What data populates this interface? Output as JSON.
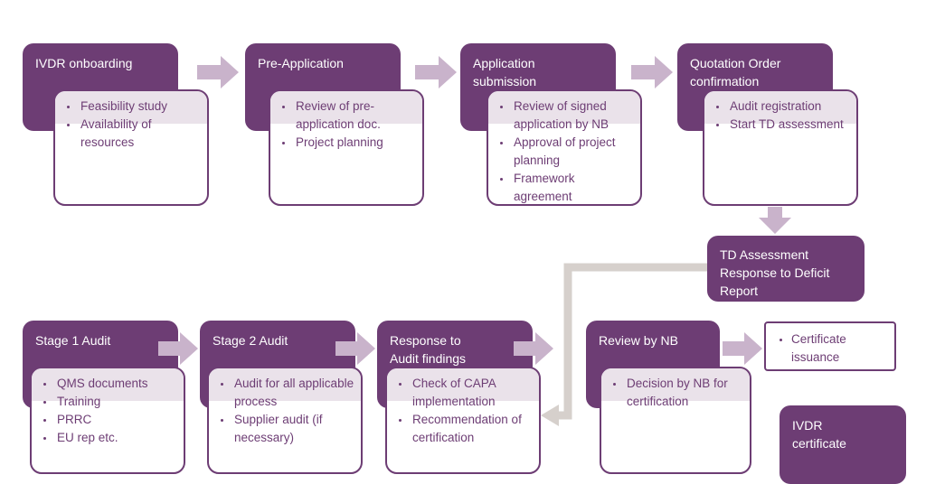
{
  "steps": [
    {
      "title": "IVDR onboarding",
      "items": [
        "Feasibility study",
        "Availability of resources"
      ]
    },
    {
      "title": "Pre-Application",
      "items": [
        "Review of pre-application doc.",
        "Project planning"
      ]
    },
    {
      "title": "Application\nsubmission",
      "items": [
        "Review of signed application by NB",
        "Approval of project planning",
        "Framework agreement"
      ]
    },
    {
      "title": "Quotation Order\nconfirmation",
      "items": [
        "Audit registration",
        "Start TD assessment"
      ]
    },
    {
      "title": "TD Assessment\nResponse to Deficit\nReport",
      "items": []
    },
    {
      "title": "Stage 1 Audit",
      "items": [
        "QMS documents",
        "Training",
        "PRRC",
        "EU rep etc."
      ]
    },
    {
      "title": "Stage 2 Audit",
      "items": [
        "Audit for all applicable process",
        "Supplier audit (if necessary)"
      ]
    },
    {
      "title": "Response to\nAudit findings",
      "items": [
        "Check of CAPA implementation",
        "Recommendation of certification"
      ]
    },
    {
      "title": "Review by NB",
      "items": [
        "Decision by NB for certification"
      ]
    },
    {
      "title": "",
      "items": [
        "Certificate issuance"
      ]
    },
    {
      "title": "IVDR\ncertificate",
      "items": []
    }
  ],
  "colors": {
    "primary": "#6d3d74",
    "arrow": "#c9b3cb",
    "connector": "#d6d0cc"
  }
}
